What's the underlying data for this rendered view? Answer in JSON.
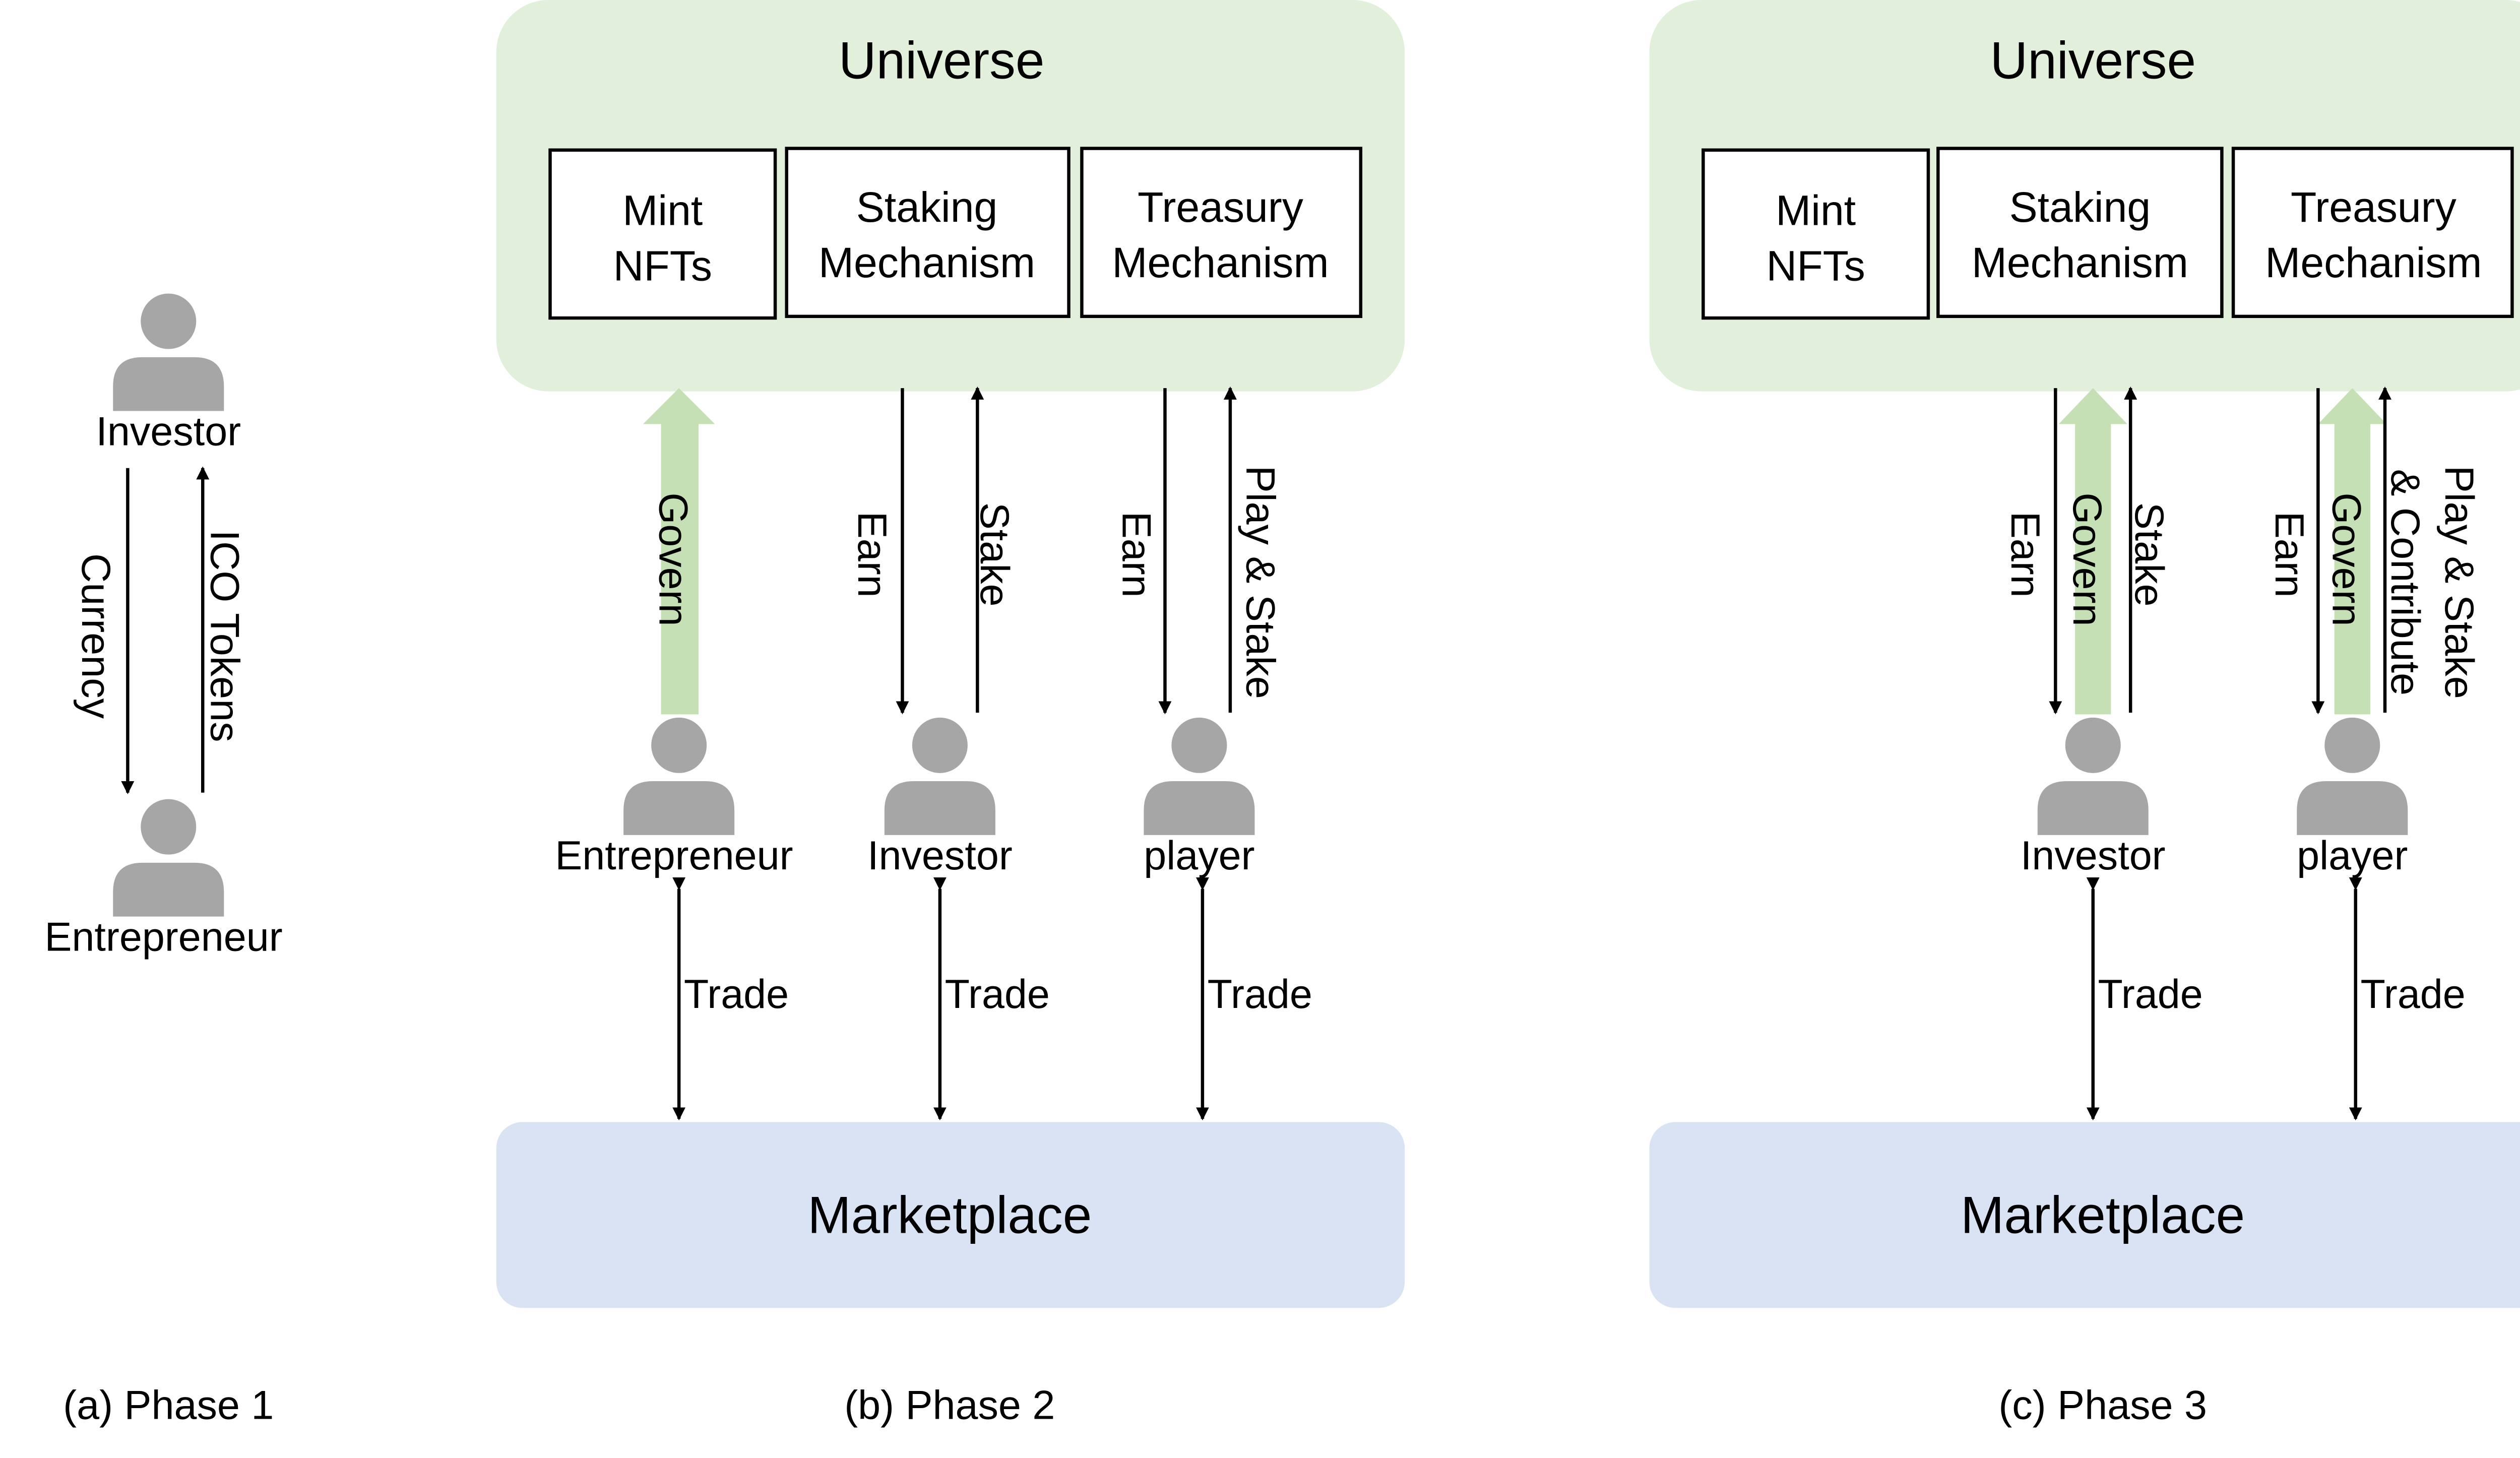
{
  "colors": {
    "universe": "#e2efda",
    "marketplace": "#dae3f3",
    "govern_arrow": "#c5e0b4",
    "person": "#a6a6a6",
    "line": "#000000"
  },
  "icons": {
    "person": "person-icon",
    "arrow": "arrow-head"
  },
  "phase1": {
    "caption": "(a) Phase 1",
    "top_person": "Investor",
    "bottom_person": "Entrepreneur",
    "down_label": "Currency",
    "up_label": "ICO Tokens"
  },
  "phase2": {
    "caption": "(b) Phase 2",
    "universe_title": "Universe",
    "boxes": {
      "mint": [
        "Mint",
        "NFTs"
      ],
      "staking": [
        "Staking",
        "Mechanism"
      ],
      "treasury": [
        "Treasury",
        "Mechanism"
      ]
    },
    "govern_label": "Govern",
    "earn_label": "Earn",
    "stake_label": "Stake",
    "play_label": "Play & Stake",
    "trade_label": "Trade",
    "people": [
      "Entrepreneur",
      "Investor",
      "player"
    ],
    "marketplace": "Marketplace"
  },
  "phase3": {
    "caption": "(c) Phase 3",
    "universe_title": "Universe",
    "boxes": {
      "mint": [
        "Mint",
        "NFTs"
      ],
      "staking": [
        "Staking",
        "Mechanism"
      ],
      "treasury": [
        "Treasury",
        "Mechanism"
      ]
    },
    "govern_label": "Govern",
    "earn_label": "Earn",
    "stake_label": "Stake",
    "play_label": [
      "Play & Stake",
      "& Contribute"
    ],
    "trade_label": "Trade",
    "people": [
      "Investor",
      "player"
    ],
    "marketplace": "Marketplace"
  }
}
